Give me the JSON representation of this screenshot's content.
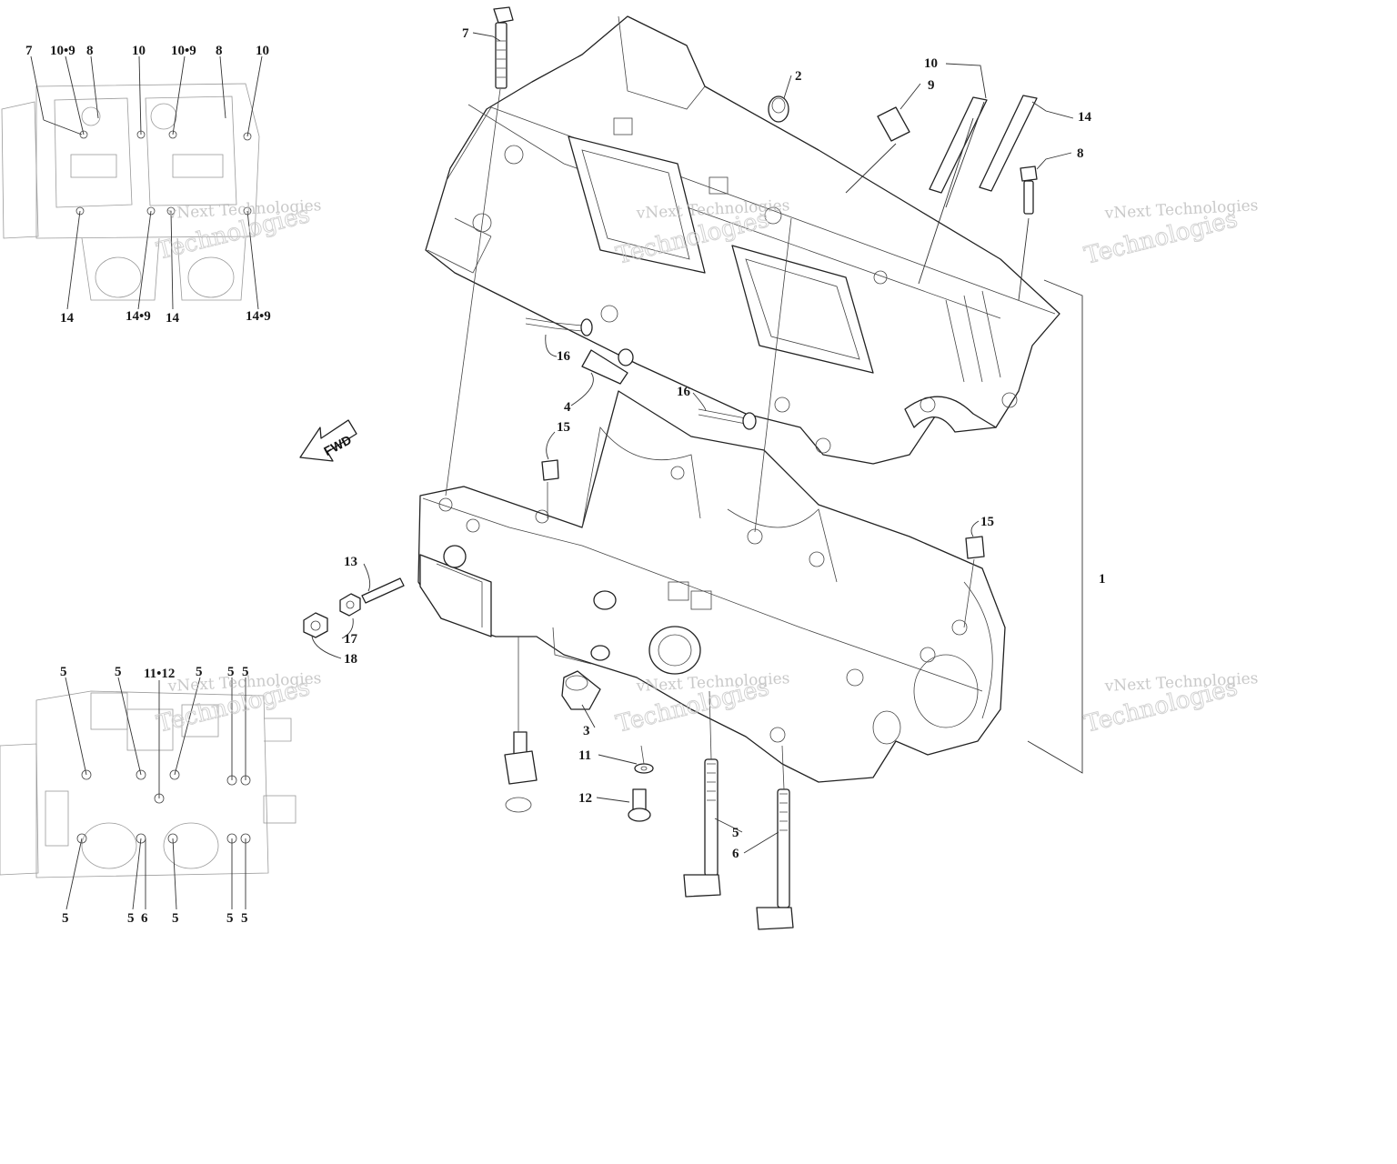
{
  "diagram": {
    "direction_label": "FWD",
    "watermark": {
      "line1": "vNext Technologies",
      "line2": "Technologies"
    },
    "callouts_main": {
      "c1": "1",
      "c2": "2",
      "c3": "3",
      "c4": "4",
      "c5": "5",
      "c6": "6",
      "c7": "7",
      "c8": "8",
      "c9": "9",
      "c10": "10",
      "c11": "11",
      "c12": "12",
      "c13": "13",
      "c14": "14",
      "c15a": "15",
      "c15b": "15",
      "c16a": "16",
      "c16b": "16",
      "c17": "17",
      "c18": "18"
    },
    "inset_top": {
      "top_labels": [
        "7",
        "10•9",
        "8",
        "10",
        "10•9",
        "8",
        "10"
      ],
      "bottom_labels": [
        "14",
        "14•9",
        "14",
        "14•9"
      ]
    },
    "inset_bottom": {
      "top_labels": [
        "5",
        "5",
        "11•12",
        "5",
        "5",
        "5"
      ],
      "bottom_labels": [
        "5",
        "5",
        "6",
        "5",
        "5",
        "5"
      ]
    }
  }
}
